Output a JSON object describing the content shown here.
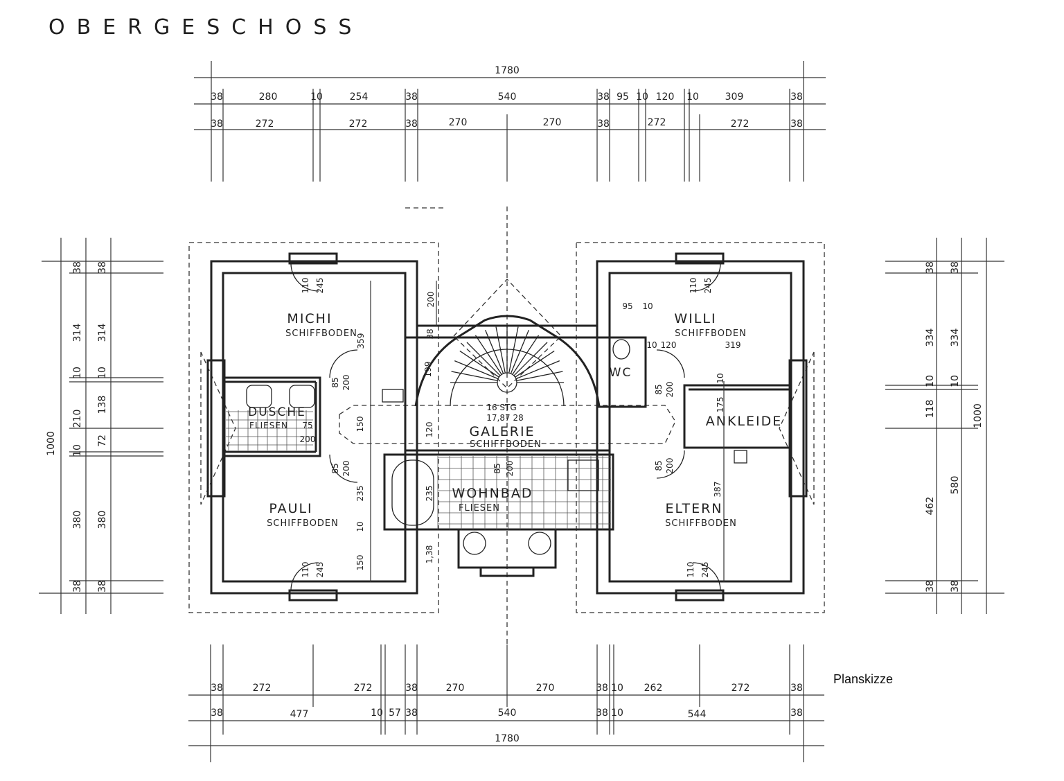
{
  "title": "OBERGESCHOSS",
  "caption": "Planskizze",
  "rooms": {
    "michi": {
      "name": "MICHI",
      "floor": "SCHIFFBODEN"
    },
    "willi": {
      "name": "WILLI",
      "floor": "SCHIFFBODEN"
    },
    "pauli": {
      "name": "PAULI",
      "floor": "SCHIFFBODEN"
    },
    "eltern": {
      "name": "ELTERN",
      "floor": "SCHIFFBODEN"
    },
    "galerie": {
      "name": "GALERIE",
      "floor": "SCHIFFBODEN"
    },
    "wohnbad": {
      "name": "WOHNBAD",
      "floor": "FLIESEN"
    },
    "dusche": {
      "name": "DUSCHE",
      "floor": "FLIESEN"
    },
    "ankleide": {
      "name": "ANKLEIDE"
    },
    "wc": {
      "name": "WC"
    }
  },
  "stairs": {
    "steps": "16 STG",
    "rise": "17,87 28"
  },
  "dims": {
    "top_total": "1780",
    "top_row1": [
      "38",
      "280",
      "10",
      "254",
      "38",
      "540",
      "38",
      "95",
      "10",
      "120",
      "10",
      "309",
      "38"
    ],
    "top_row2": [
      "38",
      "272",
      "272",
      "38",
      "270",
      "270",
      "38",
      "272",
      "272",
      "38"
    ],
    "bottom_row1": [
      "38",
      "272",
      "272",
      "38",
      "270",
      "270",
      "38",
      "10",
      "262",
      "272",
      "38"
    ],
    "bottom_row2": [
      "38",
      "477",
      "10",
      "57",
      "38",
      "540",
      "38",
      "10",
      "544",
      "38"
    ],
    "bottom_total": "1780",
    "left_outer": [
      "38",
      "314",
      "10",
      "210",
      "10",
      "380",
      "38"
    ],
    "left_inner": [
      "38",
      "314",
      "10",
      "138",
      "72",
      "380",
      "38"
    ],
    "left_total": "1000",
    "right_outer": [
      "38",
      "334",
      "10",
      "118",
      "462",
      "38"
    ],
    "right_inner": [
      "38",
      "334",
      "10",
      "580",
      "38"
    ],
    "right_total": "1000",
    "inside": {
      "door_a": "110",
      "door_b": "245",
      "d200": "200",
      "d359": "359",
      "d85": "85",
      "d199": "199",
      "d38": "38",
      "d150": "150",
      "d120": "120",
      "d235": "235",
      "d10": "10",
      "d175": "175",
      "d387": "387",
      "d95": "95",
      "d319": "319",
      "d75": "75",
      "d1_38": "1,38"
    }
  }
}
